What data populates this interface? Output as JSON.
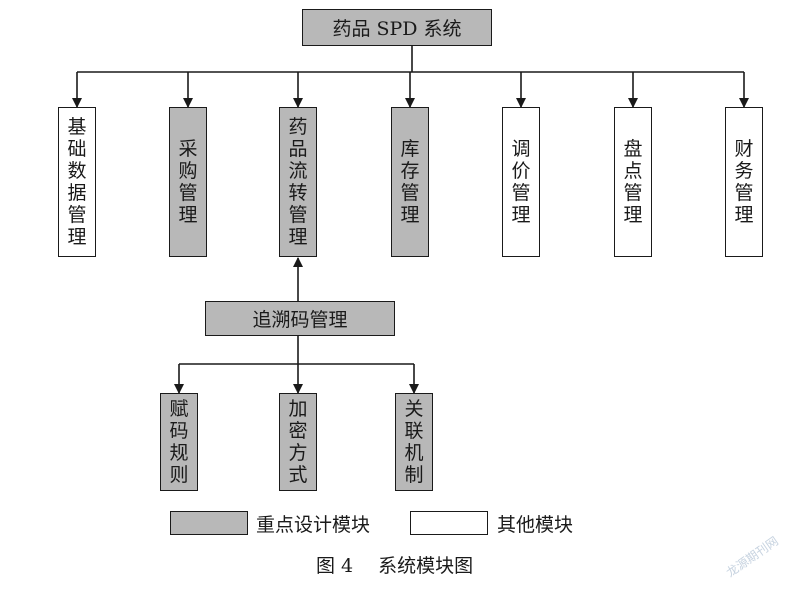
{
  "root": {
    "label": "药品 SPD 系统"
  },
  "modules": [
    {
      "label": "基础数据管理",
      "style": "white"
    },
    {
      "label": "采购管理",
      "style": "gray"
    },
    {
      "label": "药品流转管理",
      "style": "gray"
    },
    {
      "label": "库存管理",
      "style": "gray"
    },
    {
      "label": "调价管理",
      "style": "white"
    },
    {
      "label": "盘点管理",
      "style": "white"
    },
    {
      "label": "财务管理",
      "style": "white"
    }
  ],
  "trace": {
    "label": "追溯码管理"
  },
  "sub_modules": [
    {
      "label": "赋码规则",
      "style": "gray"
    },
    {
      "label": "加密方式",
      "style": "gray"
    },
    {
      "label": "关联机制",
      "style": "gray"
    }
  ],
  "legend": {
    "key_label": "重点设计模块",
    "other_label": "其他模块"
  },
  "colors": {
    "key_fill": "#b8b8b8",
    "other_fill": "#ffffff",
    "line": "#1a1a1a"
  },
  "caption": "图 4　 系统模块图",
  "watermark": "龙源期刊网"
}
